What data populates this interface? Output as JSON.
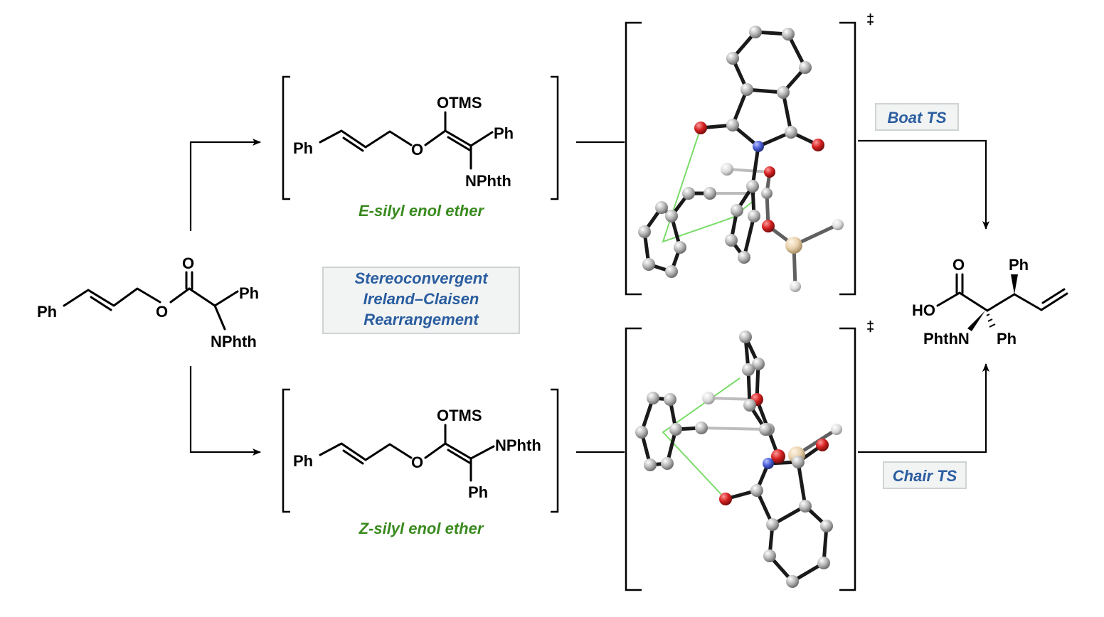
{
  "starting_material": {
    "ph_left": "Ph",
    "o_carbonyl": "O",
    "o_ester": "O",
    "ph_alpha": "Ph",
    "nphth": "NPhth"
  },
  "center_box": {
    "line1": "Stereoconvergent",
    "line2": "Ireland–Claisen",
    "line3": "Rearrangement"
  },
  "e_enol": {
    "ph": "Ph",
    "o": "O",
    "otms": "OTMS",
    "ph_right": "Ph",
    "nphth": "NPhth",
    "caption": "E-silyl enol ether"
  },
  "z_enol": {
    "ph": "Ph",
    "o": "O",
    "otms": "OTMS",
    "nphth": "NPhth",
    "ph_bottom": "Ph",
    "caption": "Z-silyl enol ether"
  },
  "ts": {
    "dagger_top": "‡",
    "dagger_bottom": "‡",
    "boat_label": "Boat TS",
    "chair_label": "Chair TS"
  },
  "product": {
    "o": "O",
    "ho": "HO",
    "phthn": "PhthN",
    "ph_top": "Ph",
    "ph_right": "Ph"
  },
  "colors": {
    "caption_green": "#3a8a1f",
    "label_blue": "#2a5d9f",
    "box_fill": "#f2f4f4",
    "box_border": "#cfd3d3",
    "atom_oxygen": "#d42020",
    "atom_nitrogen": "#4a5ed6",
    "atom_silicon": "#e9d2ae",
    "atom_carbon": "#b8b8b8",
    "interaction": "#7bdc6a"
  }
}
